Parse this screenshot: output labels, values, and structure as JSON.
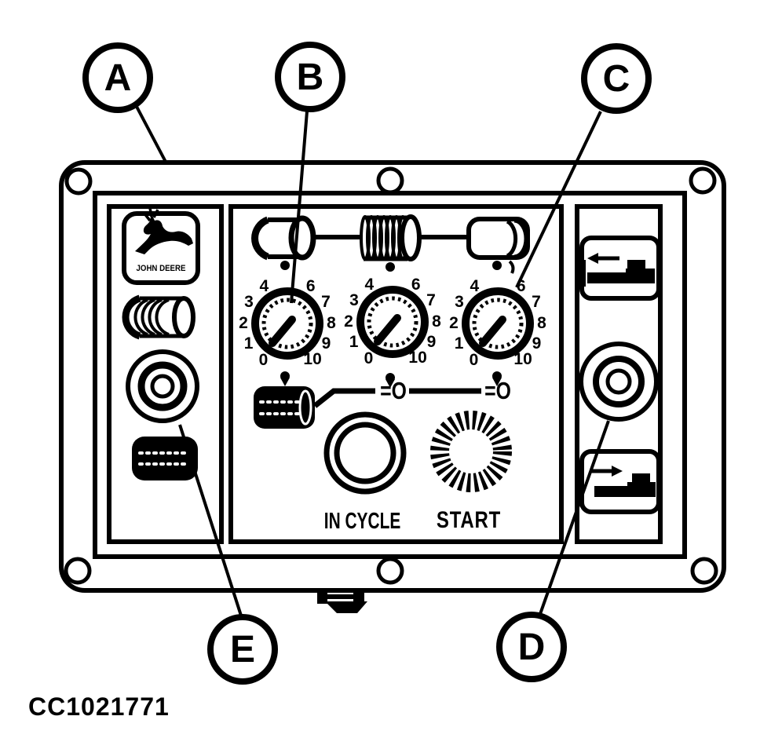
{
  "figure": {
    "code": "CC1021771"
  },
  "callouts": [
    {
      "label": "A"
    },
    {
      "label": "B"
    },
    {
      "label": "C"
    },
    {
      "label": "D"
    },
    {
      "label": "E"
    }
  ],
  "panel": {
    "logo_text": "JOHN DEERE",
    "labels": {
      "in_cycle": "IN CYCLE",
      "start": "START"
    },
    "cylinder_symbol": "=O",
    "dials": {
      "count": 3,
      "pointer_angle_deg": 225,
      "scale": [
        {
          "value": "0",
          "angle": 237
        },
        {
          "value": "1",
          "angle": 208
        },
        {
          "value": "2",
          "angle": 180
        },
        {
          "value": "3",
          "angle": 151
        },
        {
          "value": "4",
          "angle": 122
        },
        {
          "value": "6",
          "angle": 58
        },
        {
          "value": "7",
          "angle": 29
        },
        {
          "value": "8",
          "angle": 0
        },
        {
          "value": "9",
          "angle": -28
        },
        {
          "value": "10",
          "angle": -55
        }
      ]
    }
  }
}
